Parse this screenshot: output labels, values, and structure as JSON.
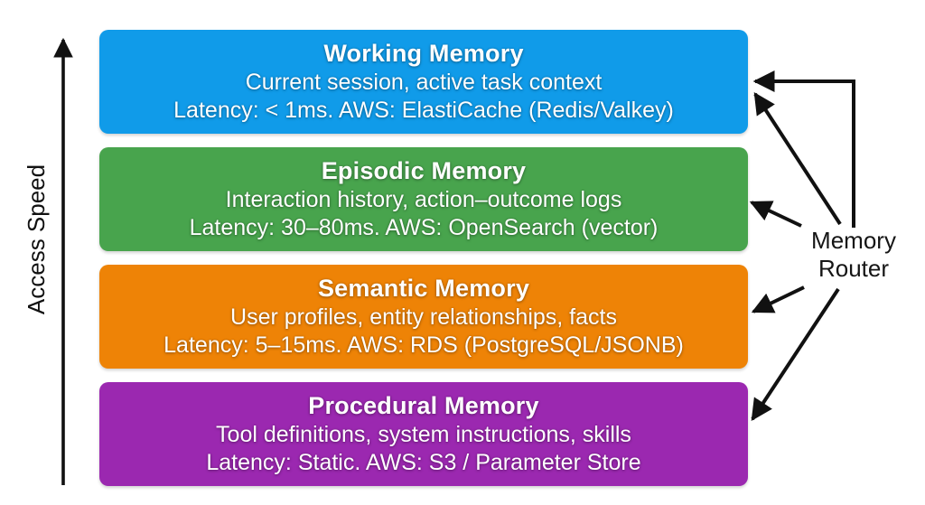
{
  "axis": {
    "label": "Access Speed"
  },
  "tiers": [
    {
      "title": "Working Memory",
      "description": "Current session, active task context",
      "latency": "Latency: < 1ms. AWS: ElastiCache (Redis/Valkey)",
      "color": "#109BE9"
    },
    {
      "title": "Episodic Memory",
      "description": "Interaction history, action–outcome logs",
      "latency": "Latency: 30–80ms. AWS: OpenSearch (vector)",
      "color": "#48A44D"
    },
    {
      "title": "Semantic Memory",
      "description": "User profiles, entity relationships, facts",
      "latency": "Latency: 5–15ms. AWS: RDS (PostgreSQL/JSONB)",
      "color": "#EE8306"
    },
    {
      "title": "Procedural Memory",
      "description": "Tool definitions, system instructions, skills",
      "latency": "Latency: Static. AWS: S3 / Parameter Store",
      "color": "#9B28B0"
    }
  ],
  "router": {
    "label_line1": "Memory",
    "label_line2": "Router"
  },
  "arrow_color": "#111111"
}
